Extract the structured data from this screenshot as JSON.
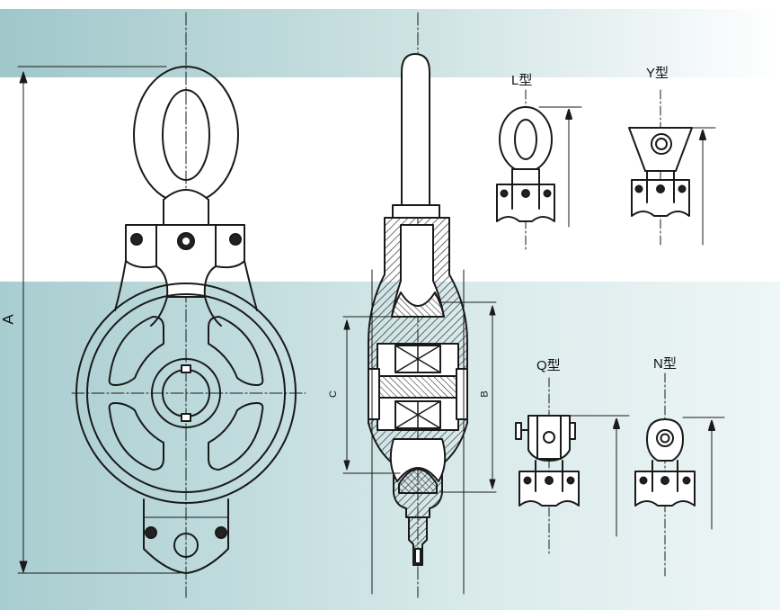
{
  "type_labels": {
    "l": "L型",
    "y": "Y型",
    "q": "Q型",
    "n": "N型"
  },
  "dimensions": {
    "a": "A",
    "b": "B",
    "c": "C"
  },
  "colors": {
    "band": "#a9cdd0",
    "line": "#1a1a1a",
    "hatch": "#333333"
  }
}
